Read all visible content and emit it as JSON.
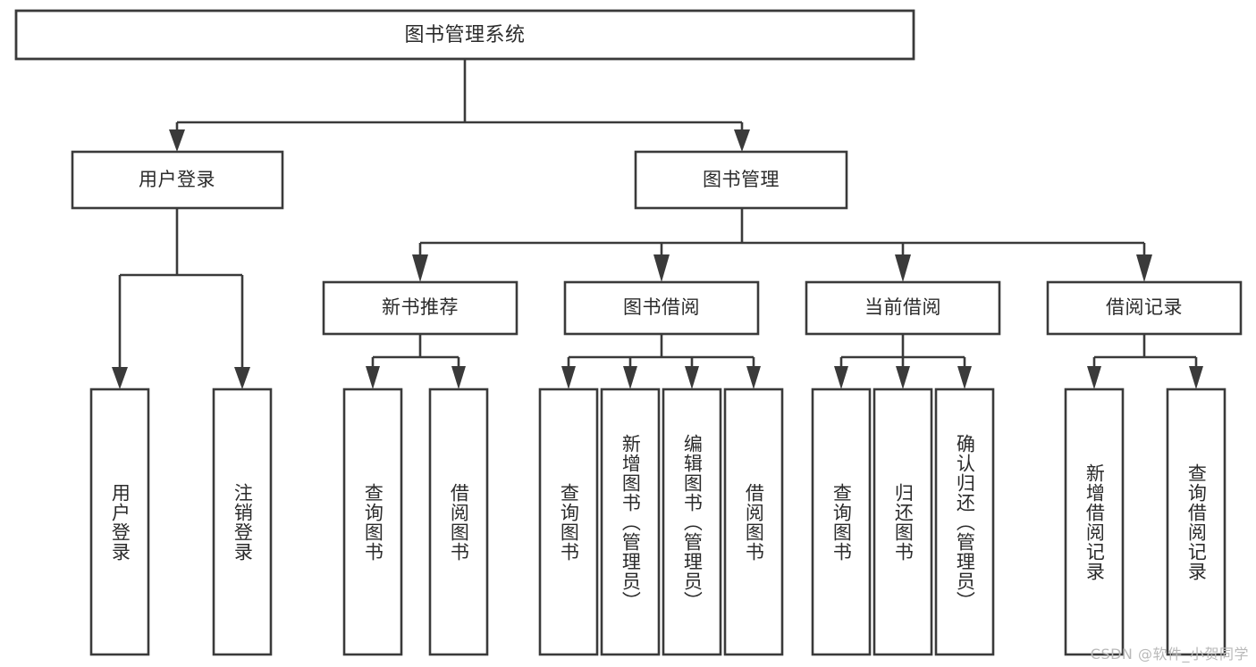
{
  "diagram": {
    "title": "图书管理系统",
    "type": "tree",
    "watermark": "CSDN @软件_小贺同学",
    "colors": {
      "stroke": "#3a3a3a",
      "box_fill": "#ffffff",
      "text": "#2b2b2b",
      "background": "#ffffff",
      "watermark": "#b9b9b9"
    },
    "root": {
      "label": "图书管理系统"
    },
    "level2": [
      {
        "label": "用户登录"
      },
      {
        "label": "图书管理"
      }
    ],
    "level3": [
      {
        "label": "新书推荐"
      },
      {
        "label": "图书借阅"
      },
      {
        "label": "当前借阅"
      },
      {
        "label": "借阅记录"
      }
    ],
    "leaves": {
      "user_login": [
        {
          "label": "用户登录"
        },
        {
          "label": "注销登录"
        }
      ],
      "new_book_recommend": [
        {
          "label": "查询图书"
        },
        {
          "label": "借阅图书"
        }
      ],
      "book_borrow": [
        {
          "label": "查询图书"
        },
        {
          "label": "新增图书（管理员）"
        },
        {
          "label": "编辑图书（管理员）"
        },
        {
          "label": "借阅图书"
        }
      ],
      "current_borrow": [
        {
          "label": "查询图书"
        },
        {
          "label": "归还图书"
        },
        {
          "label": "确认归还（管理员）"
        }
      ],
      "borrow_record": [
        {
          "label": "新增借阅记录"
        },
        {
          "label": "查询借阅记录"
        }
      ]
    }
  }
}
